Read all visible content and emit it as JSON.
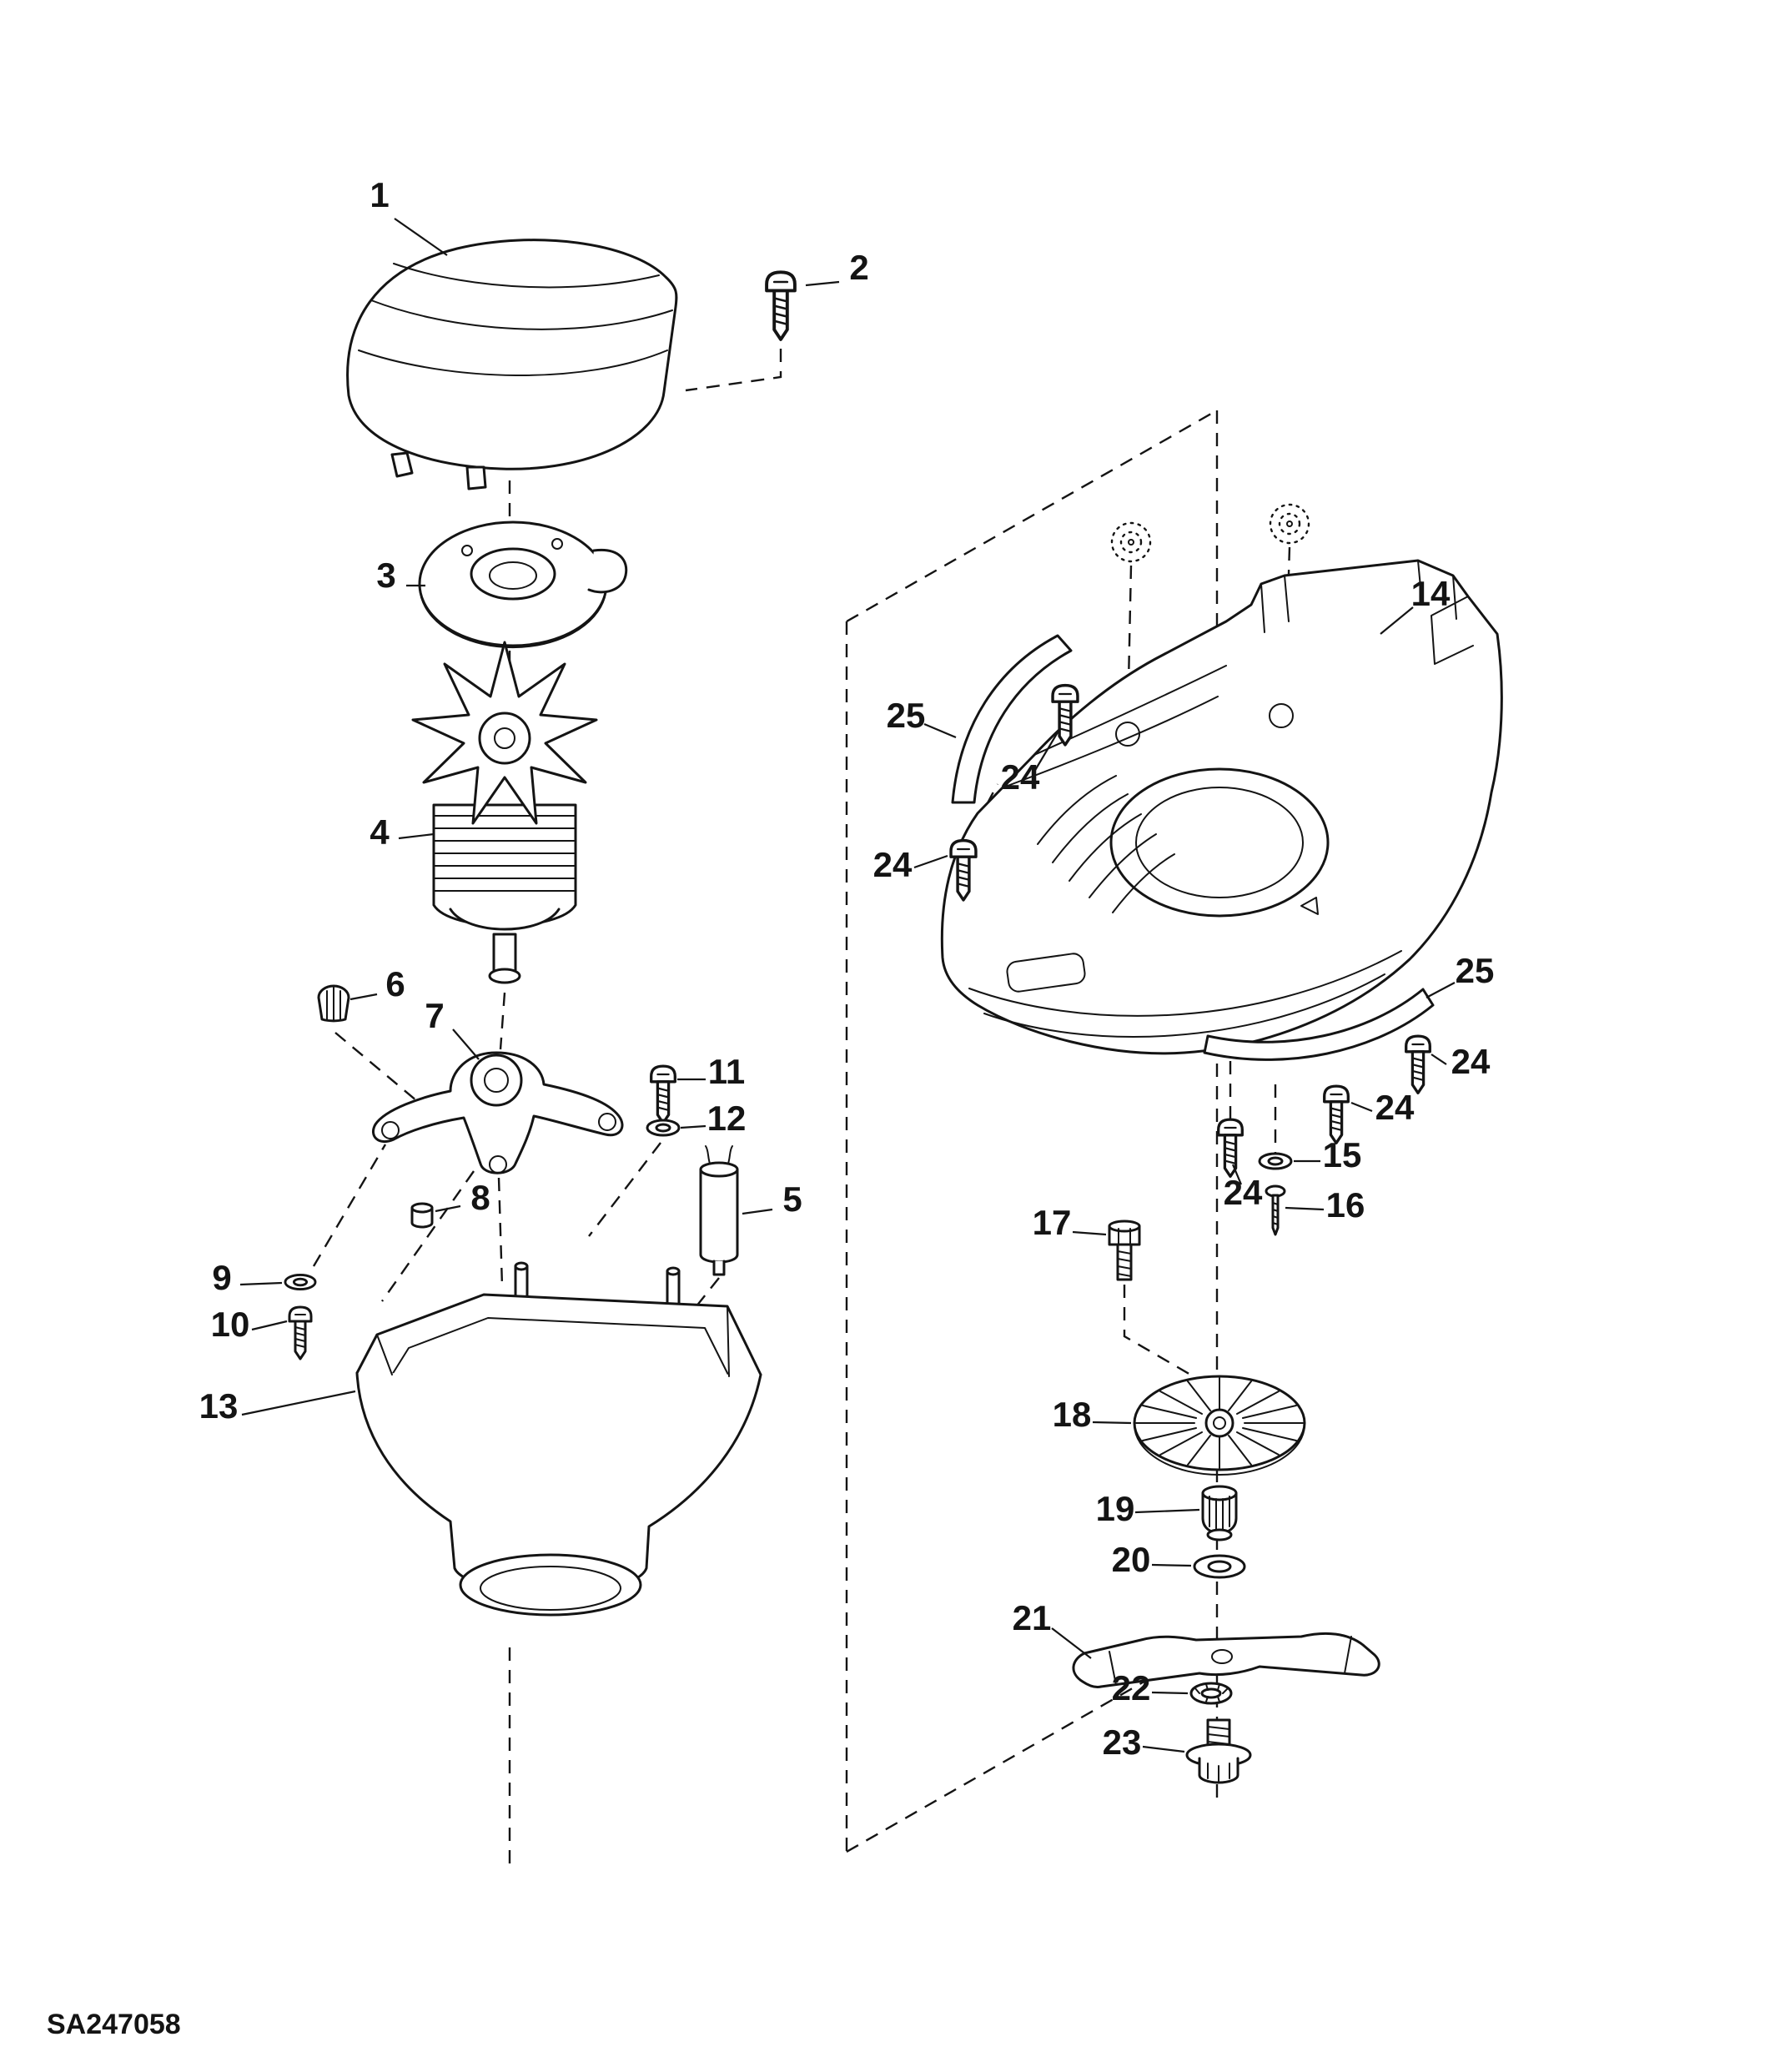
{
  "colors": {
    "background": "#ffffff",
    "line": "#141414"
  },
  "footer": {
    "code": "SA247058"
  },
  "labels": {
    "l1": "1",
    "l2": "2",
    "l3": "3",
    "l4": "4",
    "l5": "5",
    "l6": "6",
    "l7": "7",
    "l8": "8",
    "l9": "9",
    "l10": "10",
    "l11": "11",
    "l12": "12",
    "l13": "13",
    "l14": "14",
    "l15": "15",
    "l16": "16",
    "l17": "17",
    "l18": "18",
    "l19": "19",
    "l20": "20",
    "l21": "21",
    "l22": "22",
    "l23": "23",
    "l24": "24",
    "l25": "25"
  }
}
